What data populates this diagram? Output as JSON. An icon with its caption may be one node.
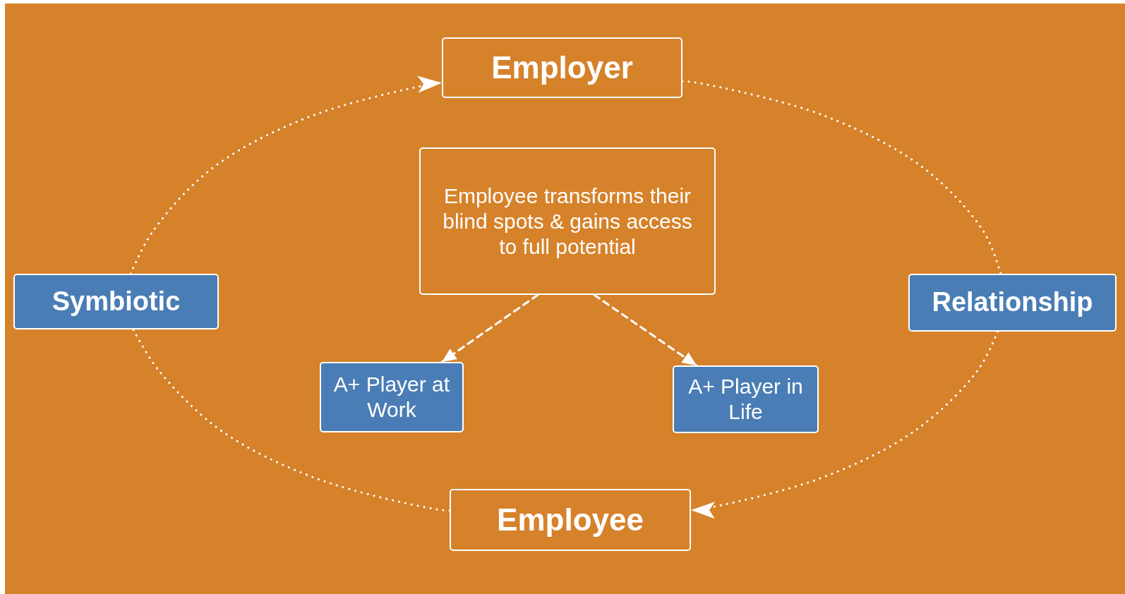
{
  "diagram": {
    "nodes": [
      {
        "text": [
          "Employer"
        ]
      },
      {
        "text": [
          "Symbiotic"
        ]
      },
      {
        "text": [
          "Relationship"
        ]
      },
      {
        "text": [
          "Employee transforms their blind spots & gains access to full potential"
        ]
      },
      {
        "text": [
          "A+ Player at Work"
        ]
      },
      {
        "text": [
          "A+ Player in Life"
        ]
      },
      {
        "text": [
          "Employee"
        ]
      }
    ],
    "edges": [
      {
        "from": 1,
        "to": 0,
        "arrow": "to"
      },
      {
        "from": 0,
        "to": 2,
        "arrow": "none"
      },
      {
        "from": 2,
        "to": 6,
        "arrow": "to"
      },
      {
        "from": 6,
        "to": 1,
        "arrow": "none"
      },
      {
        "from": 3,
        "to": 4,
        "arrow": "to",
        "style": "dashed"
      },
      {
        "from": 3,
        "to": 5,
        "arrow": "to",
        "style": "dashed"
      }
    ]
  }
}
